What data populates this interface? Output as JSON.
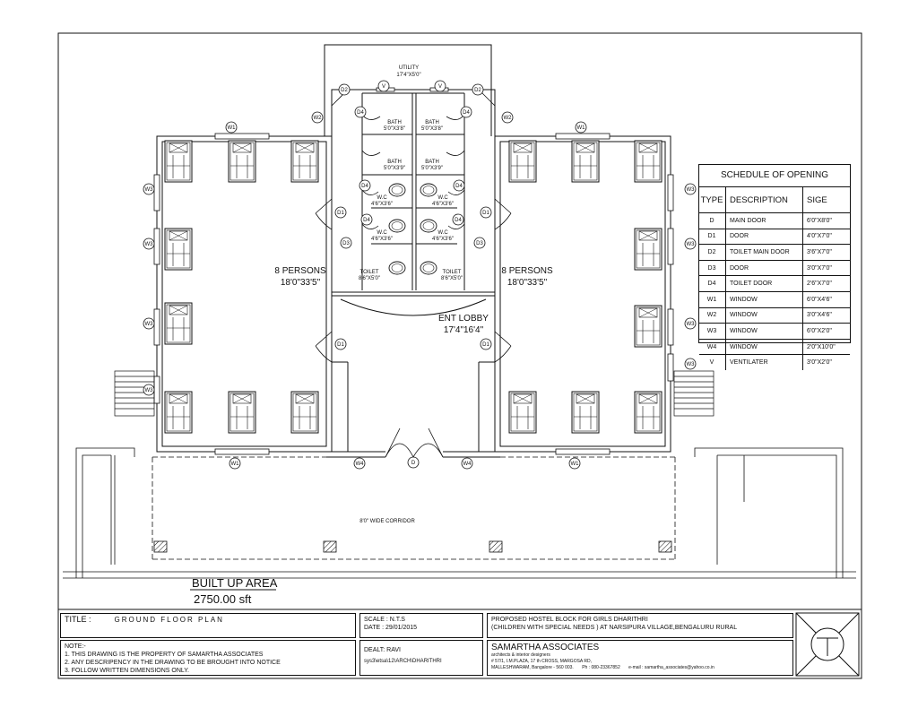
{
  "rooms": {
    "utility": {
      "name": "UTILITY",
      "size": "17'4\"X5'0\""
    },
    "bath_label": "BATH",
    "bath_size_a": "5'0\"X3'8\"",
    "bath_size_b": "5'0\"X3'9\"",
    "wc_label": "W.C",
    "wc_size_a": "4'6\"X3'6\"",
    "wc_size_b": "4'6\"X3'6\"",
    "wc_size_c": "4'6\"X3'6\"",
    "wc_size_d": "4'6\"X3'6\"",
    "toilet_label": "TOILET",
    "toilet_size": "8'6\"X5'0\"",
    "dorm_left": {
      "name": "8 PERSONS",
      "size": "18'0\"33'5\""
    },
    "dorm_right": {
      "name": "8 PERSONS",
      "size": "18'0\"33'5\""
    },
    "lobby": {
      "name": "ENT LOBBY",
      "size": "17'4\"16'4\""
    },
    "corridor": "8'0\" WIDE CORRIDOR"
  },
  "tags": {
    "D": "D",
    "D1": "D1",
    "D2": "D2",
    "D3": "D3",
    "D4": "D4",
    "W1": "W1",
    "W2": "W2",
    "W3": "W3",
    "W4": "W4",
    "V": "V"
  },
  "built_up": {
    "label": "BUILT UP AREA",
    "value": "2750.00 sft"
  },
  "schedule": {
    "title": "SCHEDULE OF OPENING",
    "headers": [
      "TYPE",
      "DESCRIPTION",
      "SIGE"
    ],
    "rows": [
      [
        "D",
        "MAIN DOOR",
        "6'0\"X8'0\""
      ],
      [
        "D1",
        "DOOR",
        "4'0\"X7'0\""
      ],
      [
        "D2",
        "TOILET MAIN DOOR",
        "3'6\"X7'0\""
      ],
      [
        "D3",
        "DOOR",
        "3'0\"X7'0\""
      ],
      [
        "D4",
        "TOILET DOOR",
        "2'6\"X7'0\""
      ],
      [
        "W1",
        "WINDOW",
        "6'0\"X4'6\""
      ],
      [
        "W2",
        "WINDOW",
        "3'0\"X4'6\""
      ],
      [
        "W3",
        "WINDOW",
        "6'0\"X2'0\""
      ],
      [
        "W4",
        "WINDOW",
        "2'0\"X10'0\""
      ],
      [
        "V",
        "VENTILATER",
        "3'0\"X2'0\""
      ]
    ]
  },
  "title_block": {
    "title_label": "TITLE :",
    "title_value": "GROUND FLOOR PLAN",
    "scale": "SCALE : N.T.S",
    "date": "DATE : 29/01/2015",
    "project_line1": "PROPOSED HOSTEL BLOCK FOR GIRLS DHARITHRI",
    "project_line2": "(CHILDREN WITH SPECIAL NEEDS ) AT NARSIPURA VILLAGE,BENGALURU RURAL",
    "notes_title": "NOTE:-",
    "note1": "1. THIS DRAWING IS THE PROPERTY OF SAMARTHA ASSOCIATES",
    "note2": "2. ANY DESCRIPENCY IN THE DRAWING TO BE BROUGHT INTO NOTICE",
    "note3": "3. FOLLOW WRITTEN DIMENSIONS ONLY.",
    "dealt": "DEALT: RAVI",
    "file_ref": "sys3\\etsa\\12\\ARCH\\DHARITHRI",
    "firm_name": "SAMARTHA ASSOCIATES",
    "firm_tagline": "architects & interior designers",
    "firm_address": "# 57/1, I.M.PLAZA, 17 th CROSS, MARGOSA RD,",
    "firm_city": "MALLESHWARAM, Bangalore - 560 003.",
    "firm_phone": "Ph : 080-23367852",
    "firm_email": "e-mail : samartha_associates@yahoo.co.in"
  }
}
